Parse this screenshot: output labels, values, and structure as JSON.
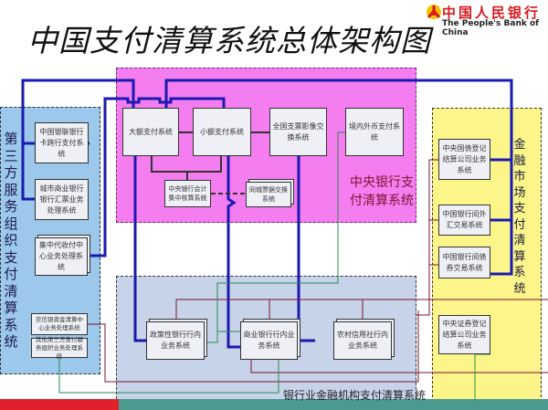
{
  "title": "中国支付清算系统总体架构图",
  "logo": {
    "cn": "中国人民银行",
    "en": "The People's Bank of China"
  },
  "central_bank": {
    "label": "中央银行支付清算系统",
    "boxes": [
      "大额支付系统",
      "小额支付系统",
      "全国支票影像交换系统",
      "境内外币支付系统",
      "中央银行会计集中核算系统",
      "同城票据交换系统"
    ]
  },
  "third_party": {
    "label": "第三方服务组织支付清算系统",
    "boxes": [
      "中国银联银行卡跨行支付系统",
      "城市商业银行银行汇票业务处理系统",
      "集中代收付中心业务处理系统",
      "农信银资金清算中心业务处理系统",
      "其他第三方支付服务组织业务处理系统"
    ]
  },
  "banking": {
    "label": "银行业金融机构支付清算系统",
    "boxes": [
      "政策性银行行内业务系统",
      "商业银行行内业务系统",
      "农村信用社行内业务系统"
    ]
  },
  "financial_market": {
    "label": "金融市场支付清算系统",
    "boxes": [
      "中央国债登记结算公司业务系统",
      "中国银行间外汇交易系统",
      "中国银行间债券交易系统",
      "中央证券登记结算公司业务系统"
    ]
  },
  "colors": {
    "central": "#f47ef0",
    "third_party": "#9cc8ec",
    "banking": "#c6d3e8",
    "market": "#fbf58a",
    "main_line": "#1a1ab0"
  }
}
